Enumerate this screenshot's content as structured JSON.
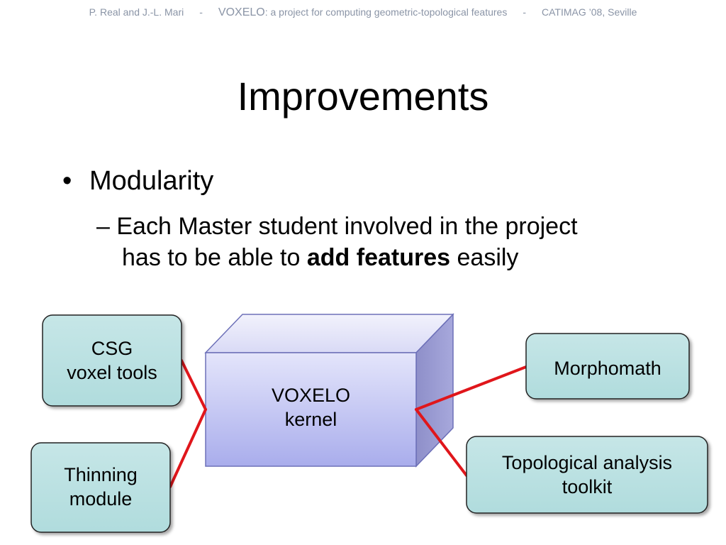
{
  "header": {
    "authors": "P. Real and J.-L. Mari",
    "sep1": "-",
    "project": "VOXELO",
    "subtitle": ": a project for computing geometric-topological features",
    "sep2": "-",
    "venue": "CATIMAG ’08, Seville"
  },
  "slide": {
    "title": "Improvements",
    "bullet": "Modularity",
    "sub_dash": "–",
    "sub_line1": "Each Master student involved in the project",
    "sub_line2_pre": "has to be able to ",
    "sub_line2_bold": "add features",
    "sub_line2_post": " easily"
  },
  "diagram": {
    "kernel_line1": "VOXELO",
    "kernel_line2": "kernel",
    "csg_line1": "CSG",
    "csg_line2": "voxel tools",
    "thinning_line1": "Thinning",
    "thinning_line2": "module",
    "morpho": "Morphomath",
    "topo_line1": "Topological analysis",
    "topo_line2": "toolkit",
    "colors": {
      "module_fill": "#b8dfe0",
      "kernel_fill": "#b3b6ee",
      "connector": "#e0161b"
    }
  }
}
